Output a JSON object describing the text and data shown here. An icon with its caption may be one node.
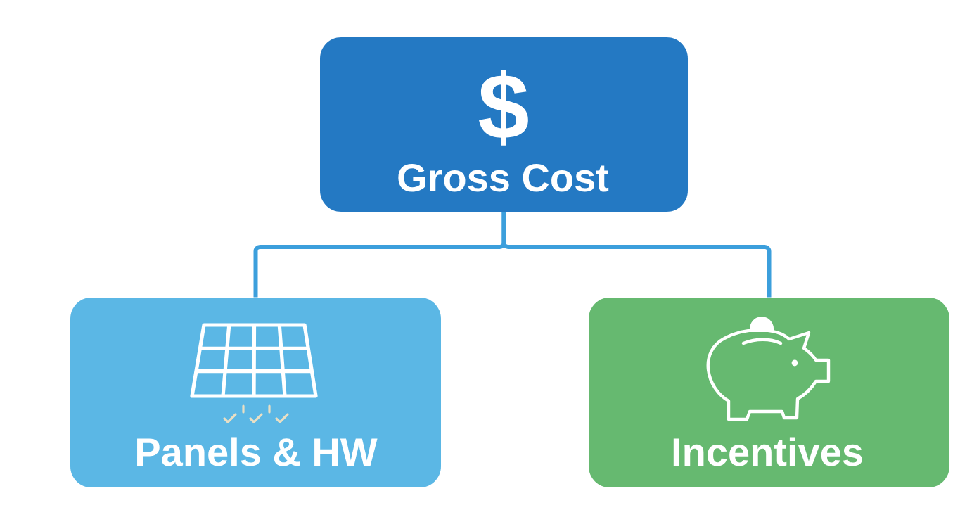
{
  "diagram": {
    "nodes": [
      {
        "text": [
          "$",
          "Gross Cost"
        ]
      },
      {
        "text": [
          "Panels & HW"
        ]
      },
      {
        "text": [
          "Incentives"
        ]
      }
    ],
    "edges": [
      {
        "from": 0,
        "to": 1,
        "arrow": "none"
      },
      {
        "from": 0,
        "to": 2,
        "arrow": "none"
      }
    ]
  }
}
